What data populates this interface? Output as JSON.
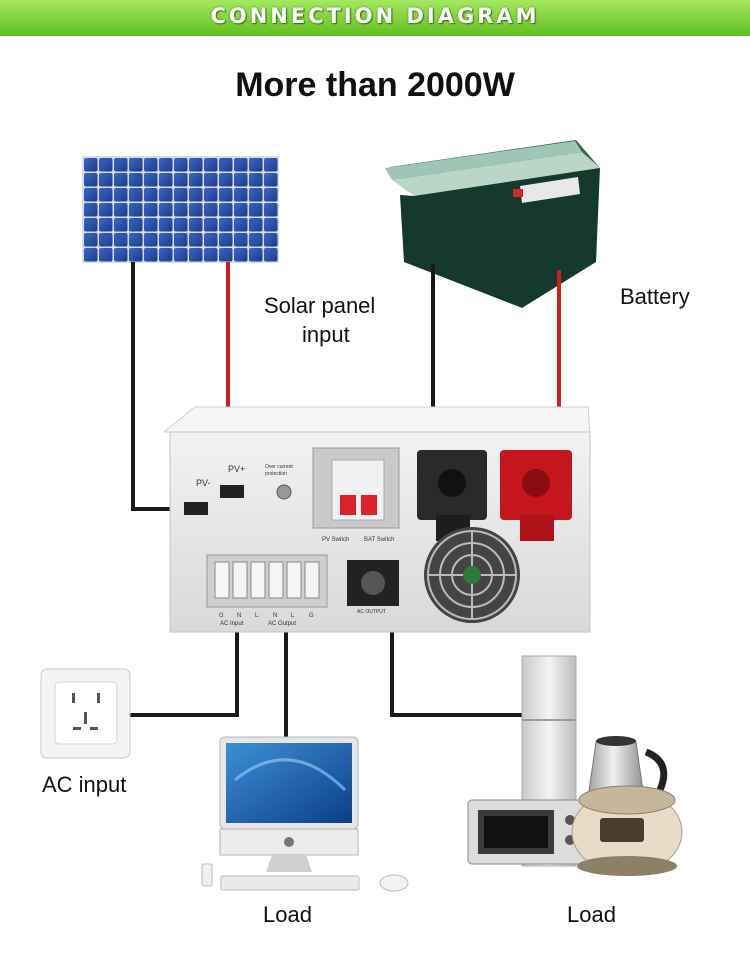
{
  "header": {
    "banner": "CONNECTION DIAGRAM",
    "title": "More than 2000W"
  },
  "labels": {
    "solar_line1": "Solar panel",
    "solar_line2": "input",
    "battery": "Battery",
    "ac_input": "AC input",
    "load_left": "Load",
    "load_right": "Load"
  },
  "inverter": {
    "pv_minus": "PV-",
    "pv_plus": "PV+",
    "over_current_1": "Over current",
    "over_current_2": "protection",
    "pv_switch": "PV Switch",
    "bat_switch": "BAT Switch",
    "terminals": [
      "G",
      "N",
      "L",
      "N",
      "L",
      "G"
    ],
    "ac_input": "AC Input",
    "ac_output": "AC Output",
    "ac_output_socket": "AC OUTPUT"
  },
  "colors": {
    "banner": "#6cc92a",
    "wire_black": "#1a1a1a",
    "wire_red": "#cc1f1f"
  }
}
